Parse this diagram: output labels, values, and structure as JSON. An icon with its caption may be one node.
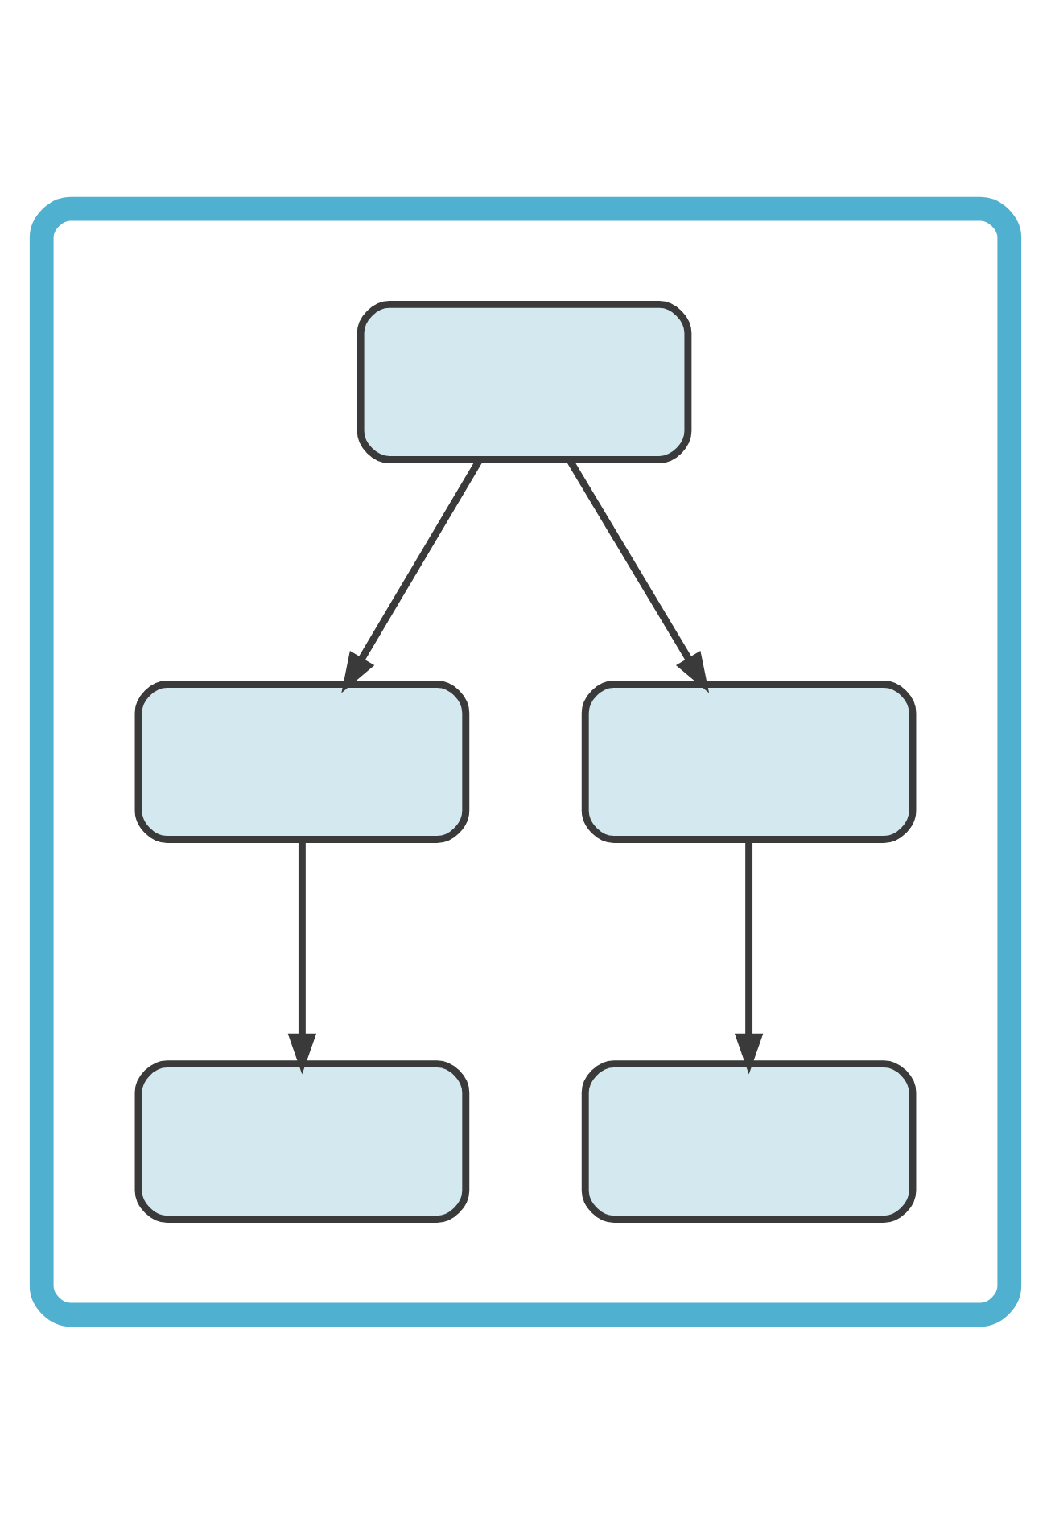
{
  "diagram": {
    "nodes": [
      {
        "text": [],
        "shape": "box"
      },
      {
        "text": [],
        "shape": "box",
        "in": 0
      },
      {
        "text": [],
        "shape": "box",
        "in": 0
      },
      {
        "text": [],
        "shape": "box",
        "in": 0
      },
      {
        "text": [],
        "shape": "box",
        "in": 0
      },
      {
        "text": [],
        "shape": "box",
        "in": 0
      }
    ],
    "edges": [
      {
        "from": 1,
        "to": 2,
        "arrow": "to"
      },
      {
        "from": 1,
        "to": 3,
        "arrow": "to"
      },
      {
        "from": 2,
        "to": 4,
        "arrow": "to"
      },
      {
        "from": 3,
        "to": 5,
        "arrow": "to"
      }
    ]
  }
}
